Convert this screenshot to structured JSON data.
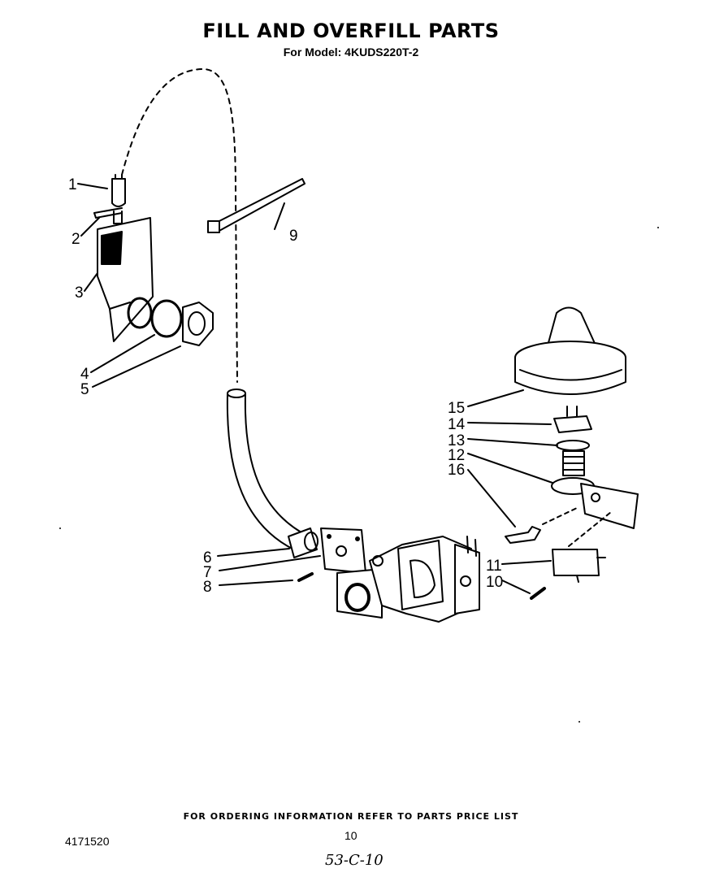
{
  "header": {
    "title": "FILL AND OVERFILL PARTS",
    "subtitle": "For Model: 4KUDS220T-2"
  },
  "callouts": [
    "1",
    "2",
    "3",
    "4",
    "5",
    "6",
    "7",
    "8",
    "9",
    "10",
    "11",
    "12",
    "13",
    "14",
    "15",
    "16"
  ],
  "footer": {
    "note": "FOR ORDERING INFORMATION REFER TO PARTS PRICE LIST",
    "code": "4171520",
    "page": "10",
    "handwritten": "53-C-10"
  }
}
